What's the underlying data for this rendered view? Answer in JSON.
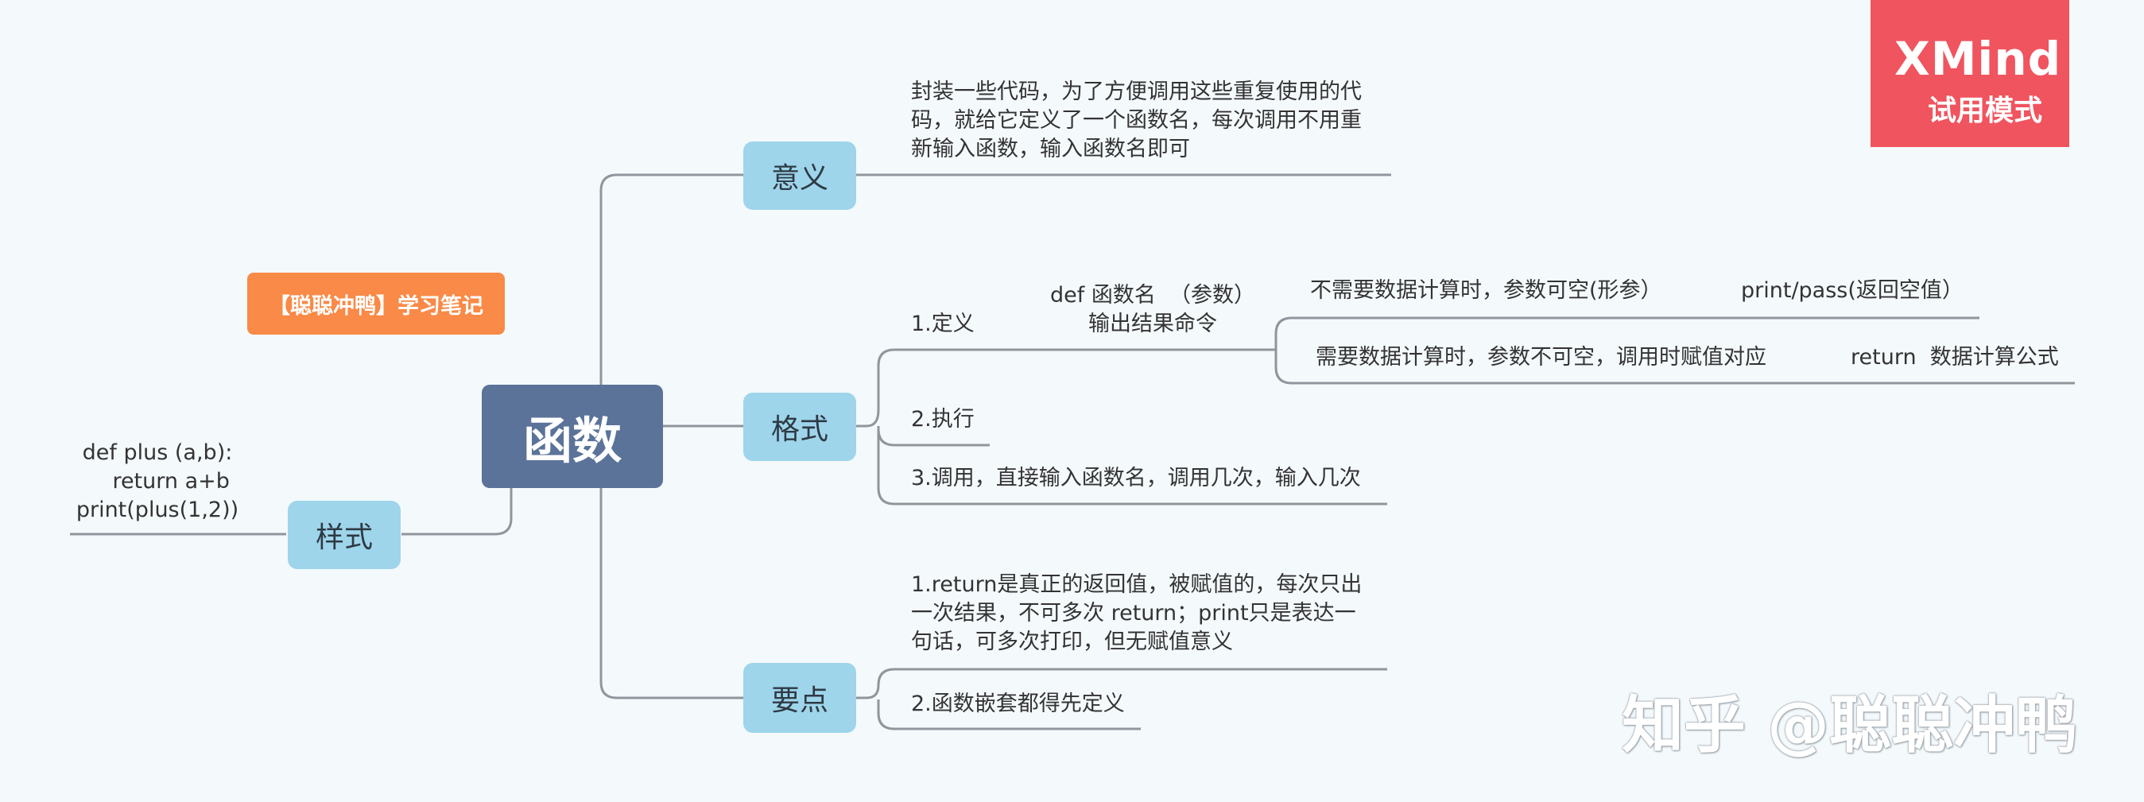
{
  "badge": {
    "brand": "XMind",
    "mode": "试用模式"
  },
  "tag": "【聪聪冲鸭】学习笔记",
  "central": "函数",
  "branches": {
    "meaning": {
      "label": "意义",
      "text": "封装一些代码，为了方便调用这些重复使用的代\n码，就给它定义了一个函数名，每次调用不用重\n新输入函数，输入函数名即可"
    },
    "format": {
      "label": "格式",
      "define": "1.定义",
      "define_syntax": "def 函数名  （参数）\n输出结果命令",
      "case1": "不需要数据计算时，参数可空(形参）",
      "case1_cmd": "print/pass(返回空值）",
      "case2": "需要数据计算时，参数不可空，调用时赋值对应",
      "case2_cmd": "return  数据计算公式",
      "execute": "2.执行",
      "call": "3.调用，直接输入函数名，调用几次，输入几次"
    },
    "points": {
      "label": "要点",
      "p1": "1.return是真正的返回值，被赋值的，每次只出\n一次结果，不可多次 return；print只是表达一\n句话，可多次打印，但无赋值意义",
      "p2": "2.函数嵌套都得先定义"
    },
    "style": {
      "label": "样式",
      "code": "def plus (a,b):\n    return a+b\nprint(plus(1,2))"
    }
  },
  "watermark": "知乎 @聪聪冲鸭"
}
